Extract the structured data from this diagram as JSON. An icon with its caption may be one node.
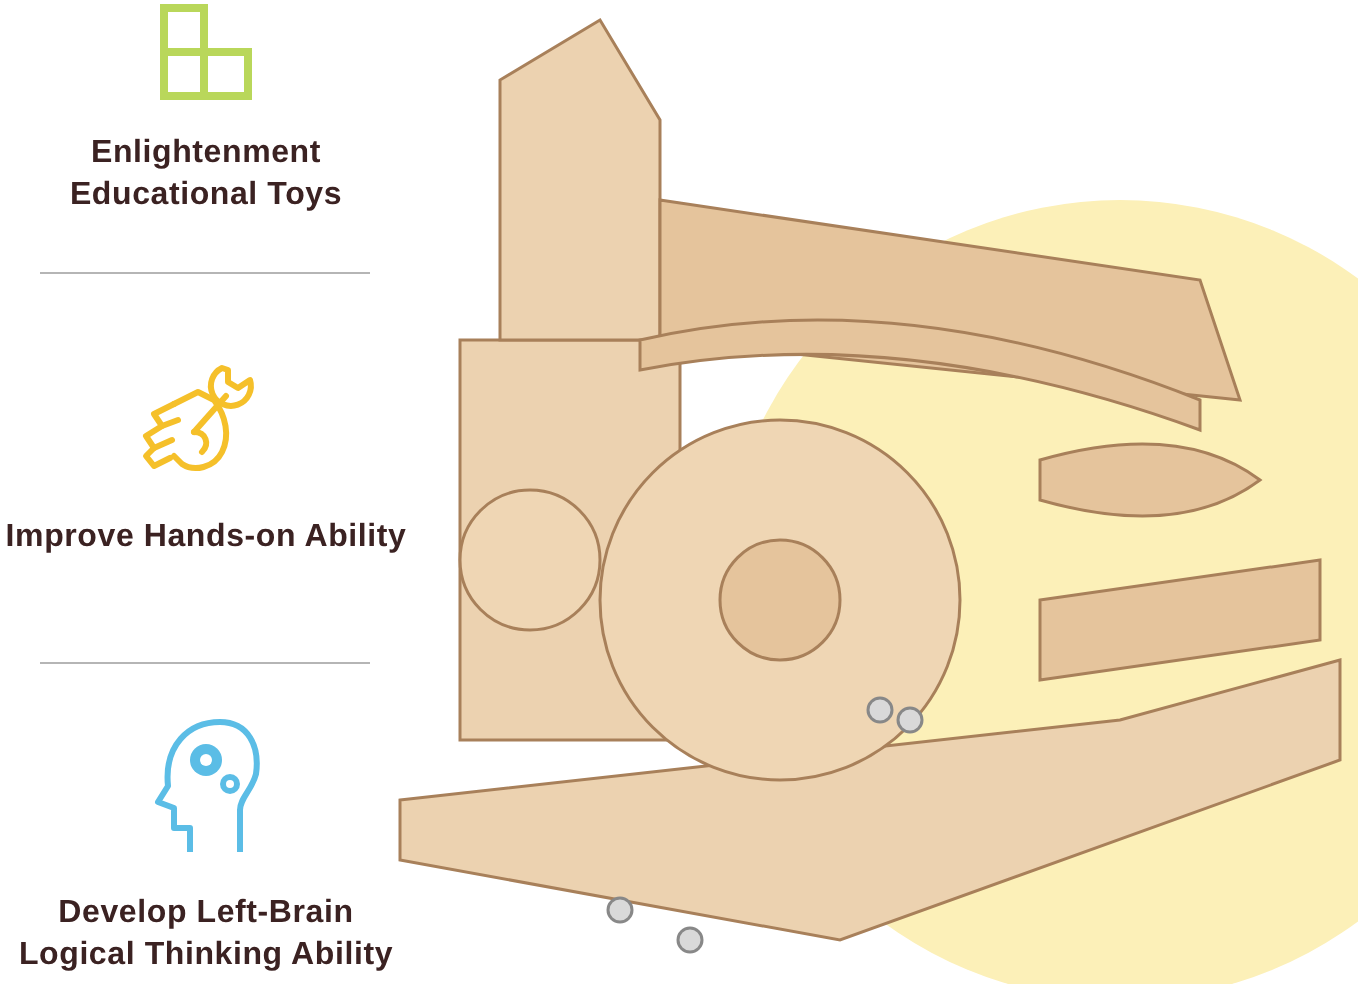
{
  "diagram": {
    "labels": [
      "Enlightenment Educational Toys",
      "Improve Hands-on Ability",
      "Develop Left-Brain Logical Thinking Ability"
    ]
  }
}
